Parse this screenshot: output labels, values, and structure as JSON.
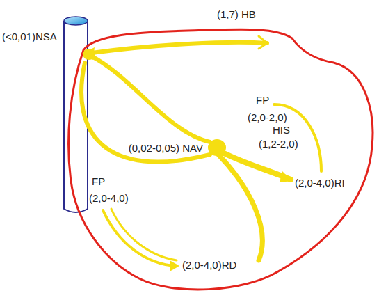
{
  "diagram": {
    "labels": [
      "(<0,01)NSA",
      "(1,7) HB",
      "FP",
      "(2,0-2,0)",
      "(0,02-0,05) NAV",
      "HIS",
      "(1,2-2,0)",
      "(2,0-4,0)RI",
      "FP",
      "(2,0-4,0)",
      "(2,0-4,0)RD"
    ]
  }
}
